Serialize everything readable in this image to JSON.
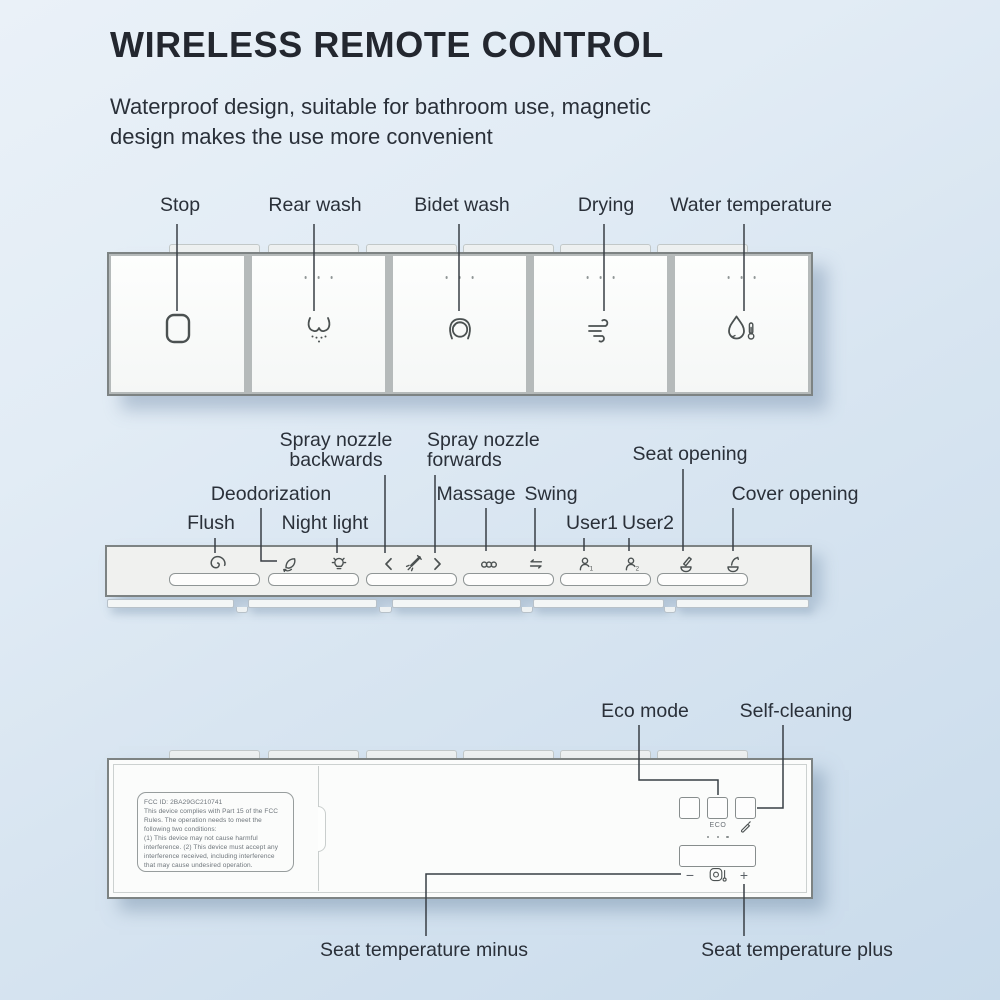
{
  "header": {
    "title": "WIRELESS REMOTE CONTROL",
    "subtitle": "Waterproof design, suitable for bathroom use, magnetic\ndesign makes the use more convenient"
  },
  "colors": {
    "background_top": "#eaf1f8",
    "background_bottom": "#c9dbeb",
    "text": "#2a3039",
    "callout_line": "#383e45",
    "remote_body": "#fbfcfb",
    "remote_border": "#7d8383",
    "icon_stroke": "#4b5151"
  },
  "top_remote": {
    "buttons": [
      {
        "label": "Stop",
        "icon": "stop-icon",
        "indicator_dots": false
      },
      {
        "label": "Rear wash",
        "icon": "rear-wash-icon",
        "indicator_dots": true
      },
      {
        "label": "Bidet wash",
        "icon": "bidet-wash-icon",
        "indicator_dots": true
      },
      {
        "label": "Drying",
        "icon": "drying-icon",
        "indicator_dots": true
      },
      {
        "label": "Water temperature",
        "icon": "water-temperature-icon",
        "indicator_dots": true
      }
    ]
  },
  "middle_remote": {
    "callouts": {
      "spray_nozzle_backwards": "Spray nozzle\nbackwards",
      "spray_nozzle_forwards": "Spray nozzle\nforwards",
      "seat_opening": "Seat opening",
      "deodorization": "Deodorization",
      "massage": "Massage",
      "swing": "Swing",
      "cover_opening": "Cover opening",
      "flush": "Flush",
      "night_light": "Night light",
      "user1": "User1",
      "user2": "User2"
    },
    "user1_digit": "1",
    "user2_digit": "2"
  },
  "bottom_remote": {
    "callouts": {
      "eco_mode": "Eco mode",
      "self_cleaning": "Self-cleaning",
      "seat_temperature_minus": "Seat temperature minus",
      "seat_temperature_plus": "Seat temperature plus"
    },
    "eco_button_text": "ECO",
    "minus_symbol": "−",
    "plus_symbol": "+",
    "fcc_label": "FCC  ID: 2BA29GC210741\nThis device complies with Part 15 of the FCC\nRules. The operation needs to meet the\nfollowing two conditions:\n(1) This device may not cause harmful\ninterference. (2) This device must accept any\ninterference received, including interference\nthat may cause undesired operation."
  }
}
